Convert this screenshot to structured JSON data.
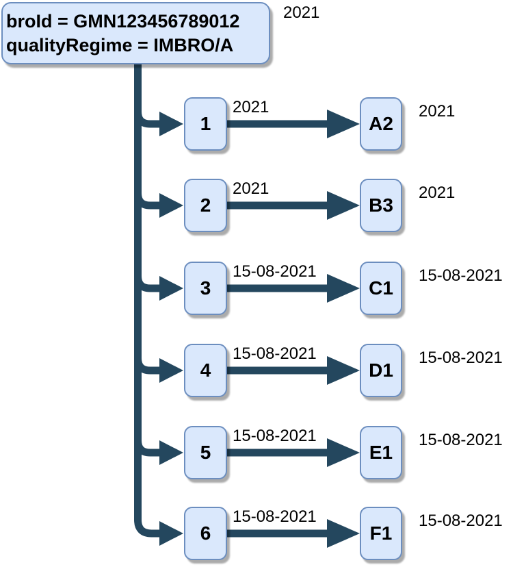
{
  "header": {
    "root_node": {
      "line1": "broId = GMN123456789012",
      "line2": "qualityRegime = IMBRO/A"
    },
    "root_year_label": "2021"
  },
  "diagram": {
    "rows": [
      {
        "source": "1",
        "edge_label": "2021",
        "target": "A2",
        "right_label": "2021"
      },
      {
        "source": "2",
        "edge_label": "2021",
        "target": "B3",
        "right_label": "2021"
      },
      {
        "source": "3",
        "edge_label": "15-08-2021",
        "target": "C1",
        "right_label": "15-08-2021"
      },
      {
        "source": "4",
        "edge_label": "15-08-2021",
        "target": "D1",
        "right_label": "15-08-2021"
      },
      {
        "source": "5",
        "edge_label": "15-08-2021",
        "target": "E1",
        "right_label": "15-08-2021"
      },
      {
        "source": "6",
        "edge_label": "15-08-2021",
        "target": "F1",
        "right_label": "15-08-2021"
      }
    ],
    "colors": {
      "node_fill": "#dae8fc",
      "node_border": "#6c8ebf",
      "arrow": "#24475e",
      "text": "#000000"
    }
  }
}
